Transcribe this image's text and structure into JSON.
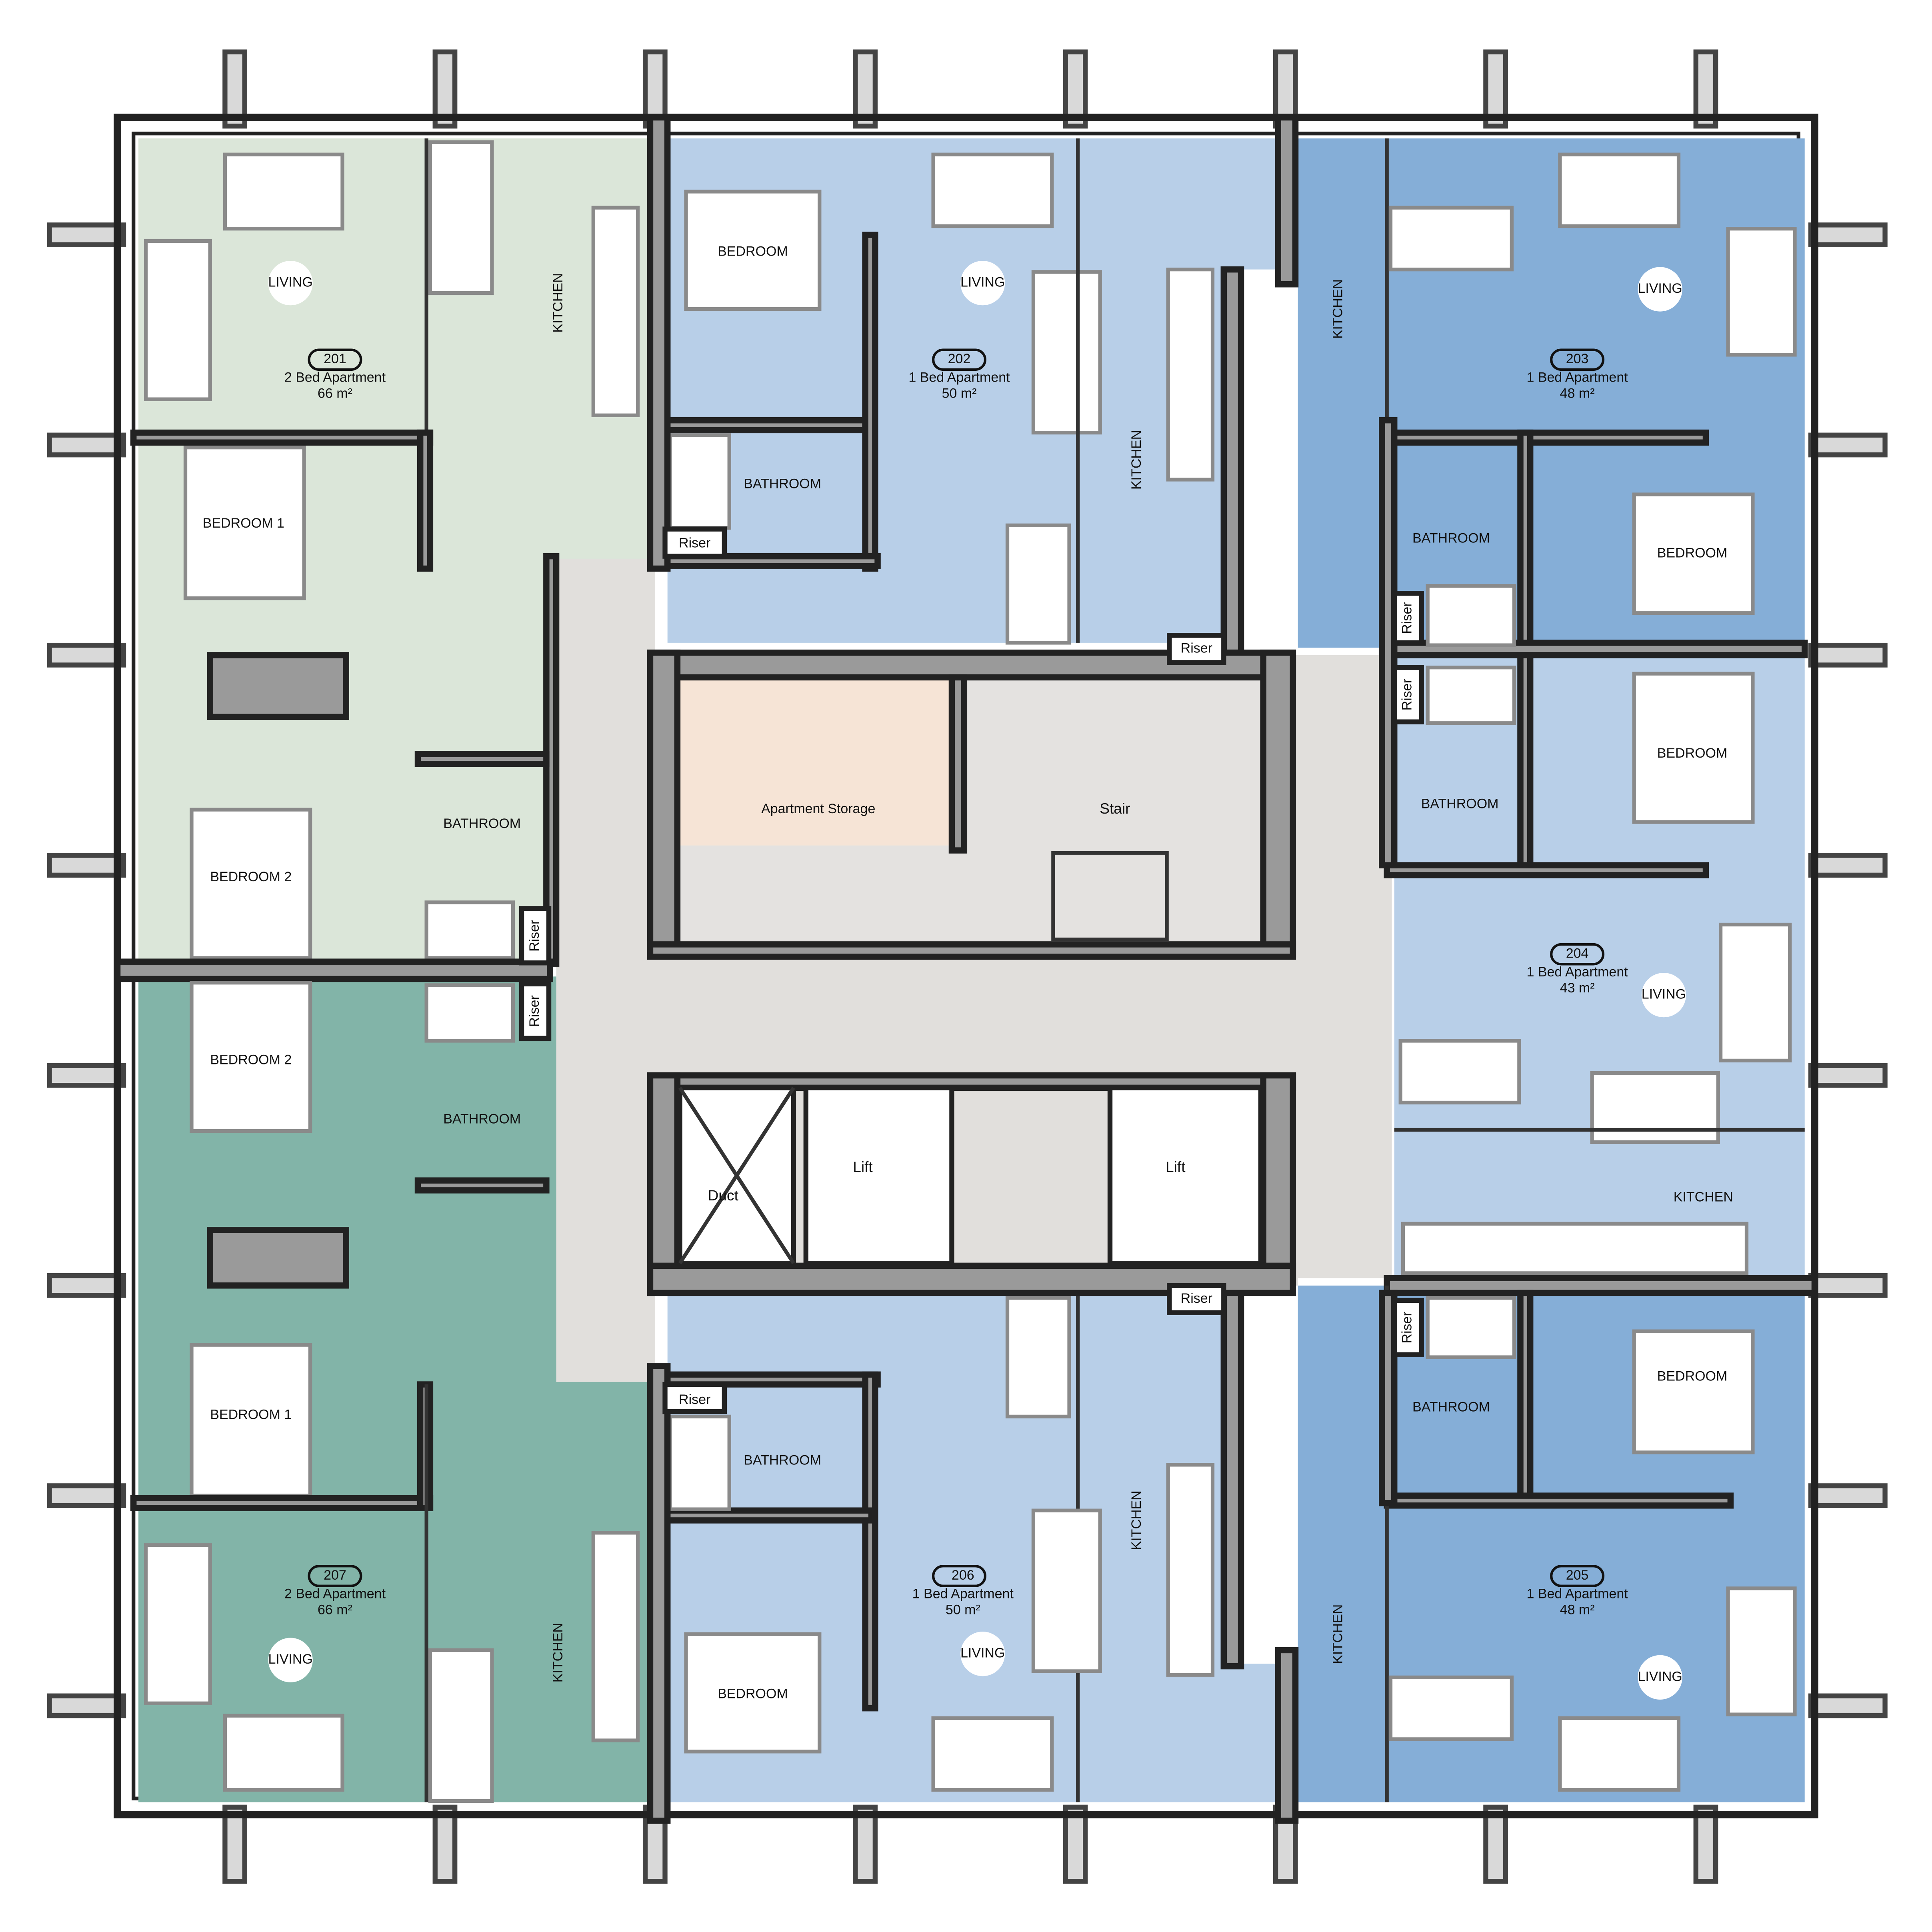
{
  "colors": {
    "unit_201": "#dbe6d9",
    "unit_207": "#82b4a8",
    "unit_202": "#b8cfe8",
    "unit_206": "#b8cfe8",
    "unit_204": "#b8cfe8",
    "unit_203": "#85aed7",
    "unit_205": "#85aed7",
    "corridor": "#e1dfdc",
    "storage": "#f6e4d6",
    "core": "#e4e2e0",
    "wall": "#9a9a9a"
  },
  "units": {
    "u201": {
      "number": "201",
      "type": "2 Bed Apartment",
      "area": "66 m²"
    },
    "u202": {
      "number": "202",
      "type": "1 Bed Apartment",
      "area": "50 m²"
    },
    "u203": {
      "number": "203",
      "type": "1 Bed Apartment",
      "area": "48 m²"
    },
    "u204": {
      "number": "204",
      "type": "1 Bed Apartment",
      "area": "43 m²"
    },
    "u205": {
      "number": "205",
      "type": "1 Bed Apartment",
      "area": "48 m²"
    },
    "u206": {
      "number": "206",
      "type": "1 Bed Apartment",
      "area": "50 m²"
    },
    "u207": {
      "number": "207",
      "type": "2 Bed Apartment",
      "area": "66 m²"
    }
  },
  "rooms": {
    "living": "LIVING",
    "kitchen": "KITCHEN",
    "bedroom": "BEDROOM",
    "bedroom_1": "BEDROOM 1",
    "bedroom_2": "BEDROOM 2",
    "bathroom": "BATHROOM",
    "riser": "Riser"
  },
  "core": {
    "storage": "Apartment Storage",
    "stair": "Stair",
    "duct": "Duct",
    "lift": "Lift"
  }
}
